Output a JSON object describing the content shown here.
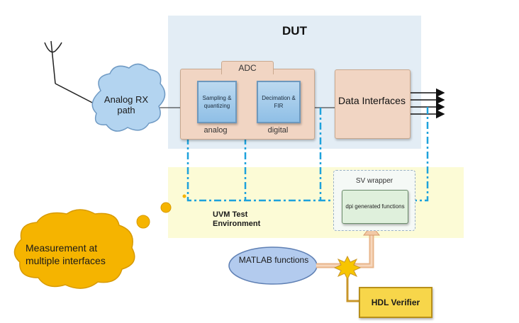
{
  "dut": {
    "title": "DUT"
  },
  "adc": {
    "label": "ADC",
    "sampling": "Sampling & quantizing",
    "decimation": "Decimation & FIR",
    "analog": "analog",
    "digital": "digital"
  },
  "data_interfaces": {
    "label": "Data Interfaces"
  },
  "analog_rx": {
    "label": "Analog RX path"
  },
  "uvm": {
    "label": "UVM Test Environment"
  },
  "sv_wrapper": {
    "label": "SV wrapper",
    "dpi": "dpi generated functions"
  },
  "measurement": {
    "label": "Measurement at multiple interfaces"
  },
  "matlab": {
    "label": "MATLAB functions"
  },
  "hdl": {
    "label": "HDL Verifier"
  },
  "colors": {
    "probe": "#1ea2dc",
    "cloud_blue": "#b3d4f0",
    "cloud_orange": "#f5b400",
    "adc_fill": "#f1d5c3",
    "dut_bg": "#e3edf5",
    "uvm_bg": "#fcfbd6",
    "hdl_fill": "#f7d64a",
    "matlab_fill": "#b3cbee"
  }
}
